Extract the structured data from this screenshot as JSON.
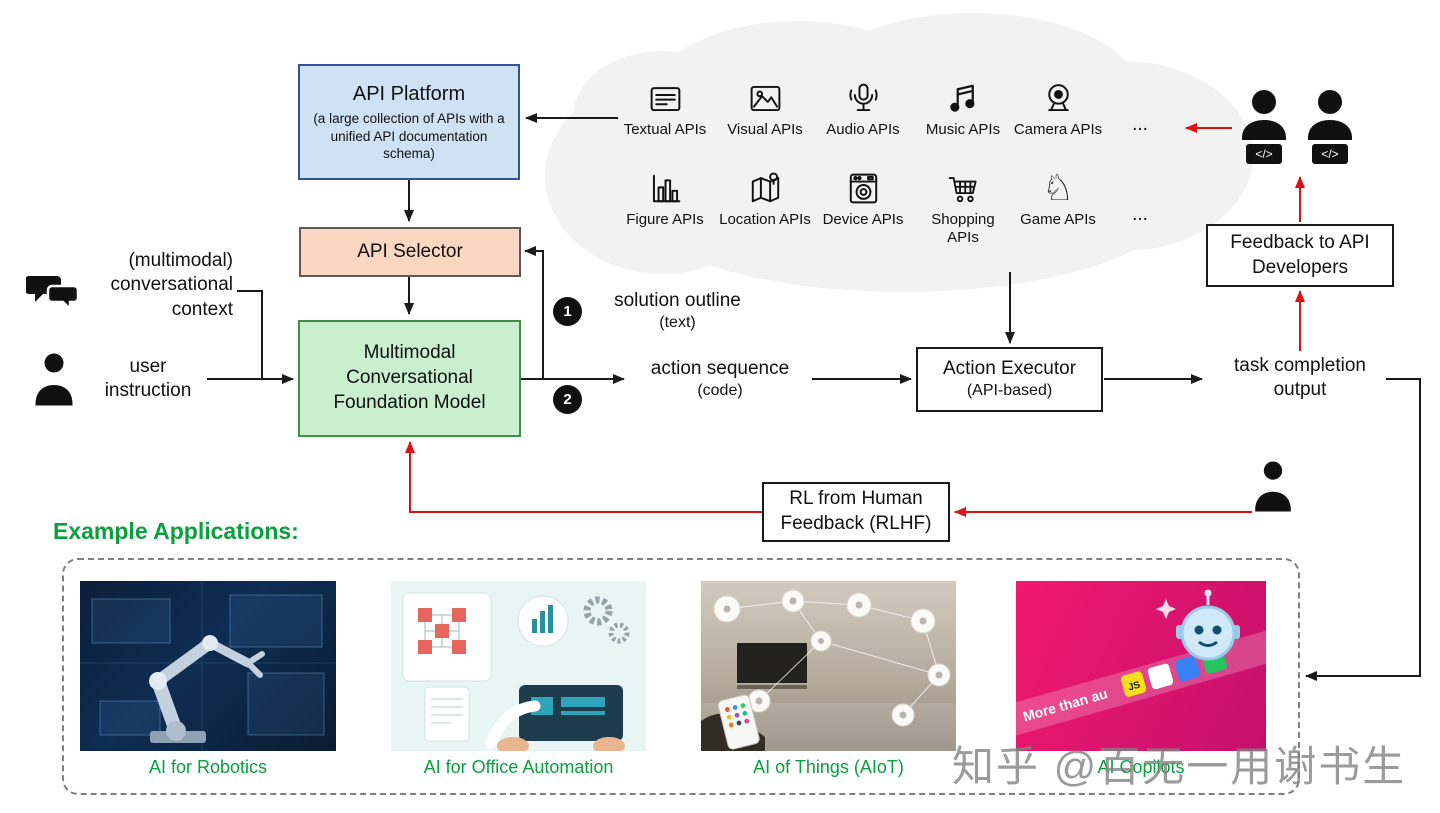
{
  "diagram": {
    "api_platform_title": "API Platform",
    "api_platform_subtitle": "(a large collection of APIs with a unified API documentation schema)",
    "api_selector_label": "API Selector",
    "foundation_model_label": "Multimodal Conversational Foundation Model",
    "action_executor_title": "Action Executor",
    "action_executor_subtitle": "(API-based)",
    "feedback_box_label": "Feedback to API Developers",
    "rlhf_box_label": "RL from Human Feedback (RLHF)",
    "context_label": "(multimodal) conversational context",
    "instruction_label": "user instruction",
    "step1_num": "1",
    "step1_title": "solution outline",
    "step1_sub": "(text)",
    "step2_num": "2",
    "step2_title": "action sequence",
    "step2_sub": "(code)",
    "task_completion_label": "task completion output",
    "dev_code_badge": "</>"
  },
  "cloud_apis": {
    "ellipsis": "...",
    "items": [
      {
        "icon": "textual-apis-icon",
        "label": "Textual APIs"
      },
      {
        "icon": "visual-apis-icon",
        "label": "Visual APIs"
      },
      {
        "icon": "audio-apis-icon",
        "label": "Audio APIs"
      },
      {
        "icon": "music-apis-icon",
        "label": "Music APIs"
      },
      {
        "icon": "camera-apis-icon",
        "label": "Camera APIs"
      },
      {
        "icon": "figure-apis-icon",
        "label": "Figure APIs"
      },
      {
        "icon": "location-apis-icon",
        "label": "Location APIs"
      },
      {
        "icon": "device-apis-icon",
        "label": "Device APIs"
      },
      {
        "icon": "shopping-apis-icon",
        "label": "Shopping APIs"
      },
      {
        "icon": "game-apis-icon",
        "label": "Game APIs"
      }
    ]
  },
  "examples": {
    "heading": "Example Applications:",
    "captions": [
      "AI for Robotics",
      "AI for Office Automation",
      "AI of Things (AIoT)",
      "AI Copilots"
    ],
    "copilots_ribbon_text": "More than au",
    "copilots_js_label": "JS"
  },
  "watermark": "知乎 @百无一用谢书生",
  "colors": {
    "api_platform_fill": "#cfe2f5",
    "api_platform_border": "#2f5597",
    "api_selector_fill": "#fbd7c1",
    "foundation_model_fill": "#c9efcf",
    "foundation_model_border": "#3f9142",
    "accent_red": "#dd1111",
    "heading_green": "#0aa03e",
    "cloud_fill": "#f2f2f2"
  }
}
